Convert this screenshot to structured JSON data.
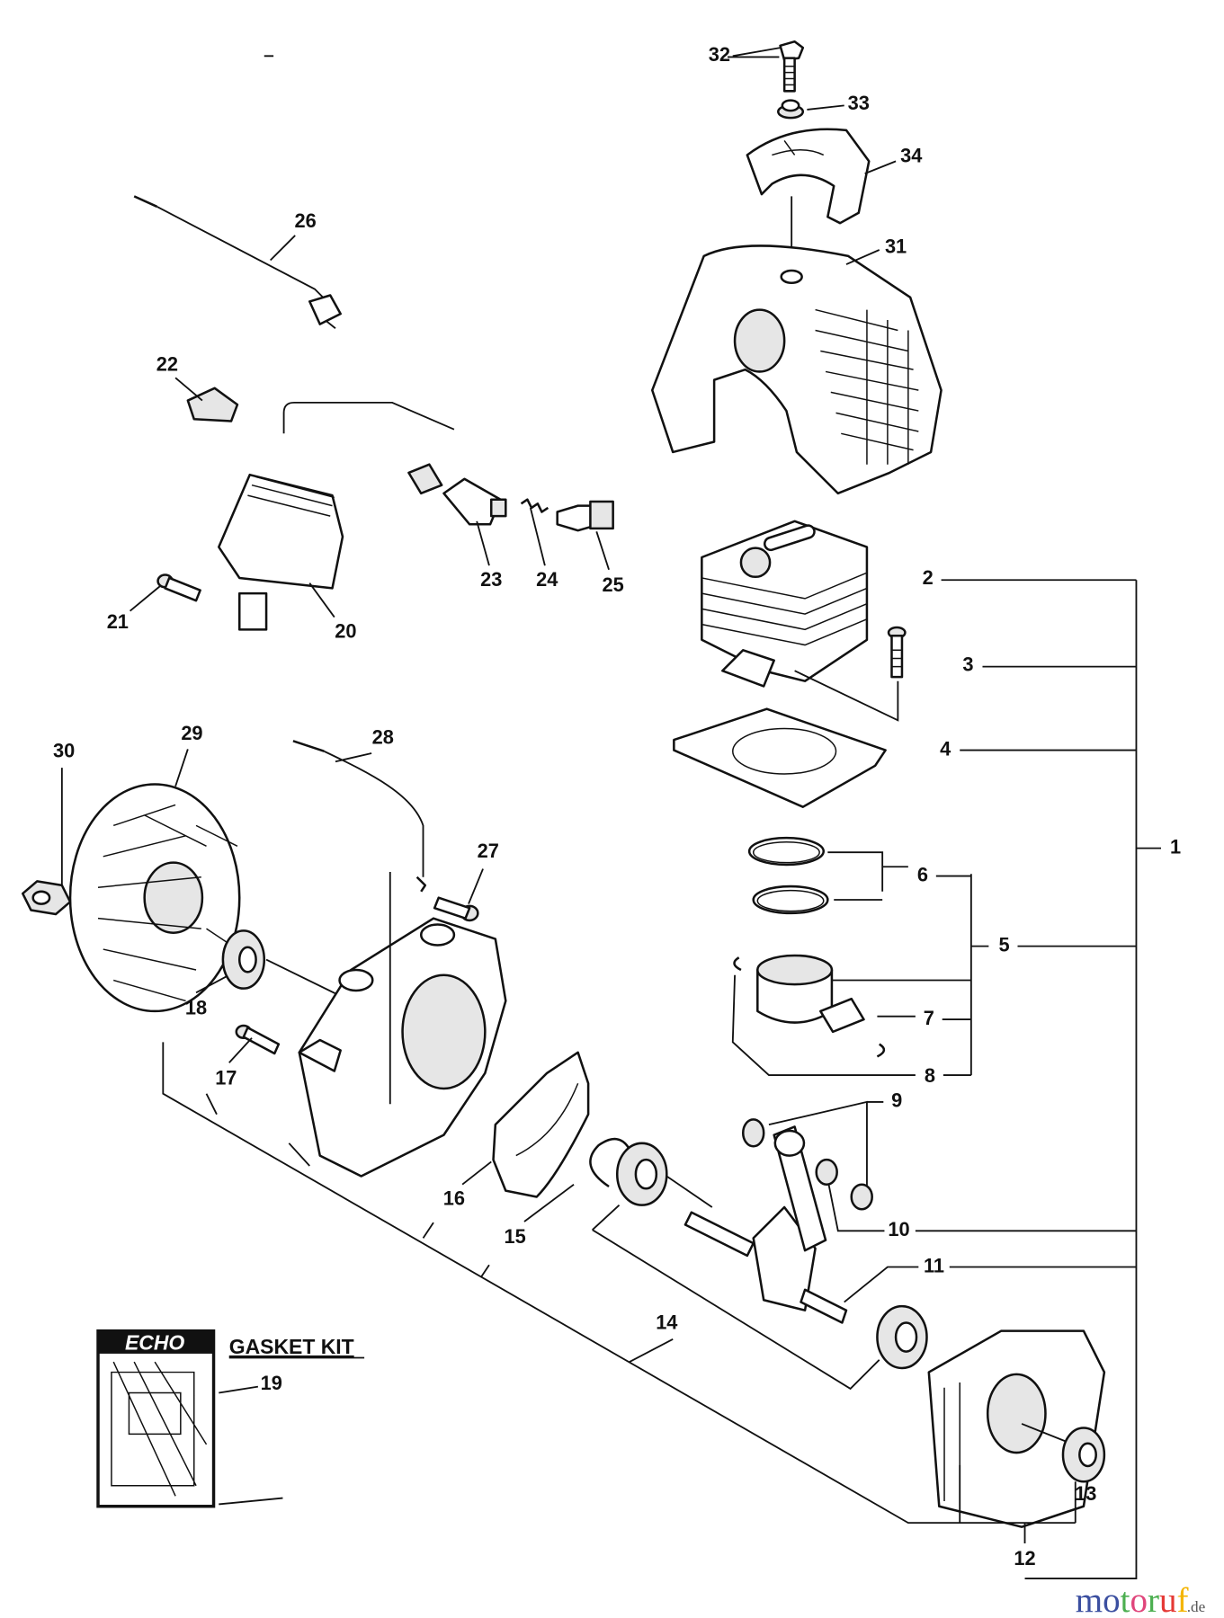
{
  "diagram": {
    "parts": [
      {
        "id": "1",
        "label": "1"
      },
      {
        "id": "2",
        "label": "2"
      },
      {
        "id": "3",
        "label": "3"
      },
      {
        "id": "4",
        "label": "4"
      },
      {
        "id": "5",
        "label": "5"
      },
      {
        "id": "6",
        "label": "6"
      },
      {
        "id": "7",
        "label": "7"
      },
      {
        "id": "8",
        "label": "8"
      },
      {
        "id": "9",
        "label": "9"
      },
      {
        "id": "10",
        "label": "10"
      },
      {
        "id": "11",
        "label": "11"
      },
      {
        "id": "12",
        "label": "12"
      },
      {
        "id": "13",
        "label": "13"
      },
      {
        "id": "14",
        "label": "14"
      },
      {
        "id": "15",
        "label": "15"
      },
      {
        "id": "16",
        "label": "16"
      },
      {
        "id": "17",
        "label": "17"
      },
      {
        "id": "18",
        "label": "18"
      },
      {
        "id": "19",
        "label": "19"
      },
      {
        "id": "20",
        "label": "20"
      },
      {
        "id": "21",
        "label": "21"
      },
      {
        "id": "22",
        "label": "22"
      },
      {
        "id": "23",
        "label": "23"
      },
      {
        "id": "24",
        "label": "24"
      },
      {
        "id": "25",
        "label": "25"
      },
      {
        "id": "26",
        "label": "26"
      },
      {
        "id": "27",
        "label": "27"
      },
      {
        "id": "28",
        "label": "28"
      },
      {
        "id": "29",
        "label": "29"
      },
      {
        "id": "30",
        "label": "30"
      },
      {
        "id": "31",
        "label": "31"
      },
      {
        "id": "32",
        "label": "32"
      },
      {
        "id": "33",
        "label": "33"
      },
      {
        "id": "34",
        "label": "34"
      }
    ],
    "gasket_kit": {
      "title": "GASKET KIT",
      "brand_logo": "ECHO"
    },
    "watermark": {
      "text": "motoruf",
      "suffix": ".de",
      "letter_colors": [
        "#3b4fa0",
        "#3b4fa0",
        "#4caf50",
        "#e0457b",
        "#4caf50",
        "#e53935",
        "#f4b400",
        "#f4b400"
      ]
    }
  }
}
